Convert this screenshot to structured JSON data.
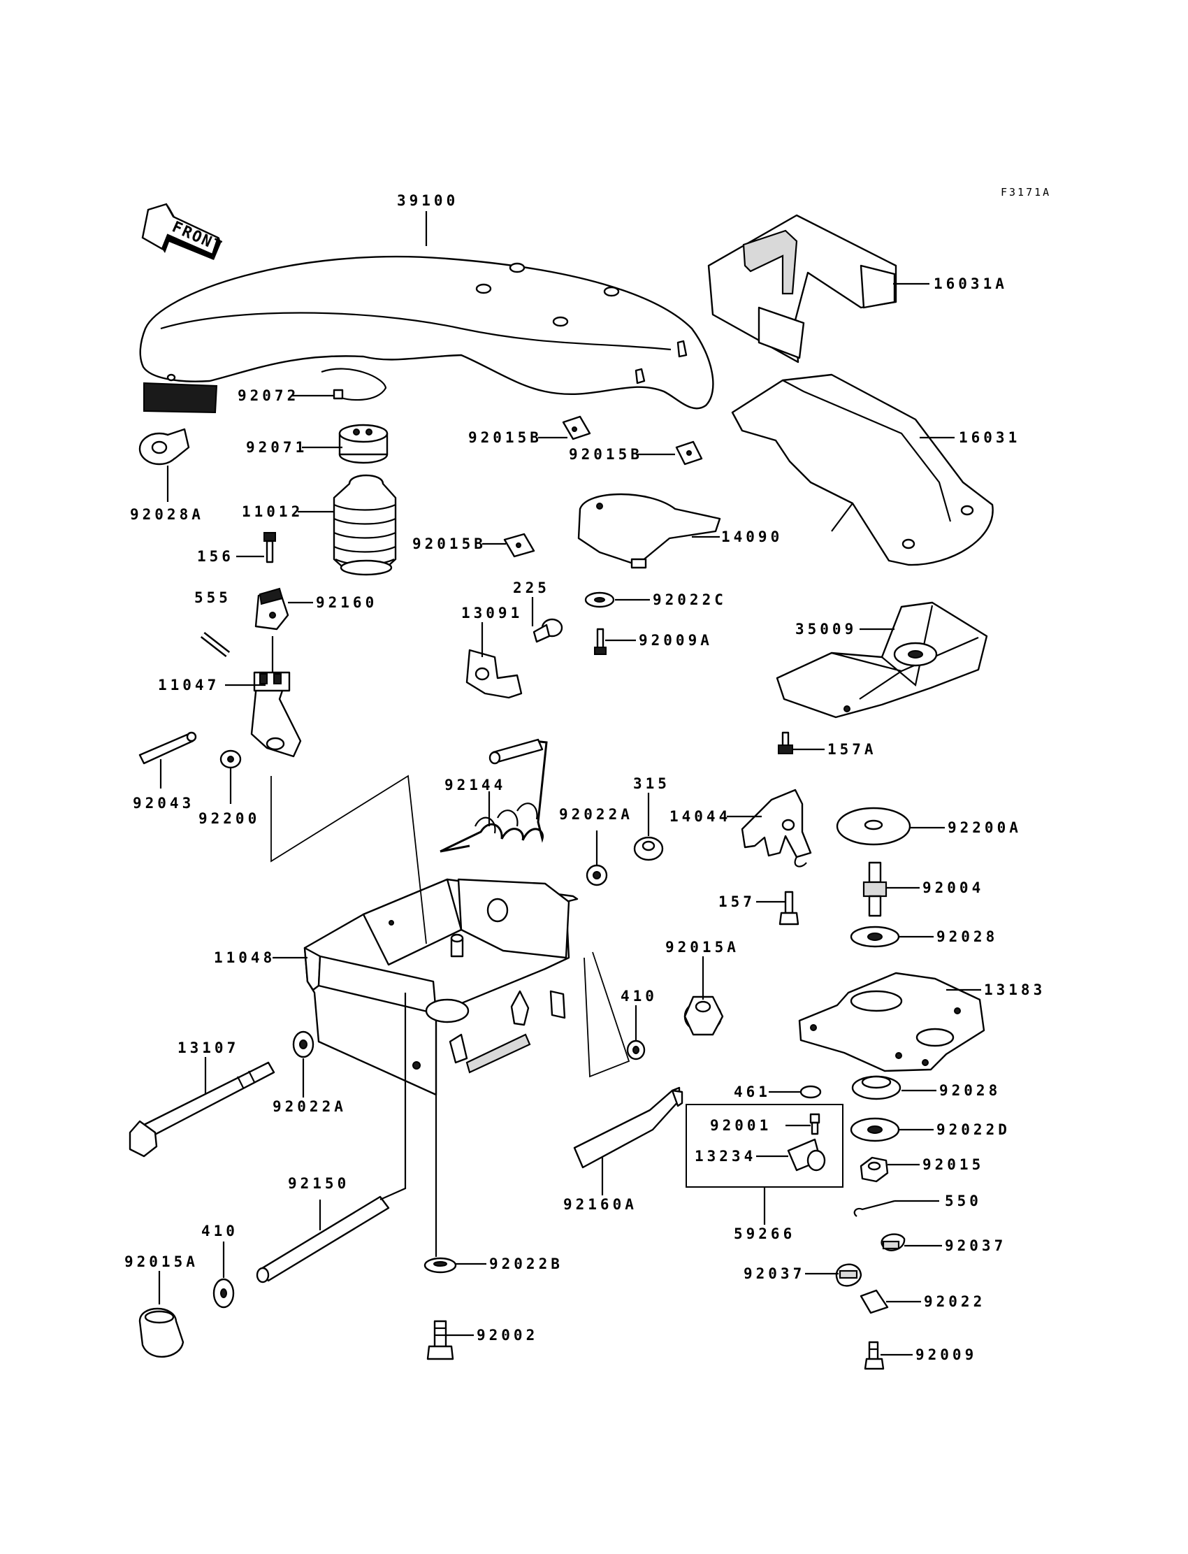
{
  "diagram": {
    "ref_code": "F3171A",
    "front_arrow": "FRONT",
    "parts": [
      {
        "id": "p39100",
        "label": "39100"
      },
      {
        "id": "p16031A",
        "label": "16031A"
      },
      {
        "id": "p16031",
        "label": "16031"
      },
      {
        "id": "p92072",
        "label": "92072"
      },
      {
        "id": "p92071",
        "label": "92071"
      },
      {
        "id": "p11012",
        "label": "11012"
      },
      {
        "id": "p92028A",
        "label": "92028A"
      },
      {
        "id": "p156",
        "label": "156"
      },
      {
        "id": "p555",
        "label": "555"
      },
      {
        "id": "p92160",
        "label": "92160"
      },
      {
        "id": "p11047",
        "label": "11047"
      },
      {
        "id": "p92043",
        "label": "92043"
      },
      {
        "id": "p92200",
        "label": "92200"
      },
      {
        "id": "p92015B_1",
        "label": "92015B"
      },
      {
        "id": "p92015B_2",
        "label": "92015B"
      },
      {
        "id": "p92015B_3",
        "label": "92015B"
      },
      {
        "id": "p14090",
        "label": "14090"
      },
      {
        "id": "p225",
        "label": "225"
      },
      {
        "id": "p13091",
        "label": "13091"
      },
      {
        "id": "p92022C",
        "label": "92022C"
      },
      {
        "id": "p92009A",
        "label": "92009A"
      },
      {
        "id": "p35009",
        "label": "35009"
      },
      {
        "id": "p157A",
        "label": "157A"
      },
      {
        "id": "p92144",
        "label": "92144"
      },
      {
        "id": "p92022A_1",
        "label": "92022A"
      },
      {
        "id": "p315",
        "label": "315"
      },
      {
        "id": "p14044",
        "label": "14044"
      },
      {
        "id": "p92200A",
        "label": "92200A"
      },
      {
        "id": "p92004",
        "label": "92004"
      },
      {
        "id": "p157",
        "label": "157"
      },
      {
        "id": "p92028_1",
        "label": "92028"
      },
      {
        "id": "p11048",
        "label": "11048"
      },
      {
        "id": "p92015A_1",
        "label": "92015A"
      },
      {
        "id": "p13183",
        "label": "13183"
      },
      {
        "id": "p410_1",
        "label": "410"
      },
      {
        "id": "p13107",
        "label": "13107"
      },
      {
        "id": "p92022A_2",
        "label": "92022A"
      },
      {
        "id": "p461",
        "label": "461"
      },
      {
        "id": "p92028_2",
        "label": "92028"
      },
      {
        "id": "p92001",
        "label": "92001"
      },
      {
        "id": "p92022D",
        "label": "92022D"
      },
      {
        "id": "p13234",
        "label": "13234"
      },
      {
        "id": "p92015",
        "label": "92015"
      },
      {
        "id": "p550",
        "label": "550"
      },
      {
        "id": "p92160A",
        "label": "92160A"
      },
      {
        "id": "p59266",
        "label": "59266"
      },
      {
        "id": "p92150",
        "label": "92150"
      },
      {
        "id": "p92037_1",
        "label": "92037"
      },
      {
        "id": "p92037_2",
        "label": "92037"
      },
      {
        "id": "p410_2",
        "label": "410"
      },
      {
        "id": "p92015A_2",
        "label": "92015A"
      },
      {
        "id": "p92022B",
        "label": "92022B"
      },
      {
        "id": "p92022",
        "label": "92022"
      },
      {
        "id": "p92002",
        "label": "92002"
      },
      {
        "id": "p92009",
        "label": "92009"
      }
    ]
  }
}
